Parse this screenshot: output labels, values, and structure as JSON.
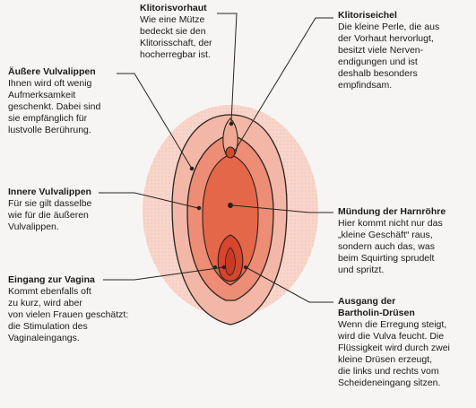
{
  "labels": {
    "klitorisvorhaut": {
      "title": "Klitorisvorhaut",
      "desc": "Wie eine Mütze\nbedeckt sie den\nKlitorisschaft, der\nhocherregbar ist."
    },
    "klitoriseichel": {
      "title": "Klitoriseichel",
      "desc": "Die kleine Perle, die aus\nder Vorhaut hervorlugt,\nbesitzt viele Nerven-\nendigungen und ist\ndeshalb besonders\nempfindsam."
    },
    "aeussere_vulvalippen": {
      "title": "Äußere Vulvalippen",
      "desc": "Ihnen wird oft wenig\nAufmerksamkeit\ngeschenkt. Dabei sind\nsie empfänglich für\nlustvolle Berührung."
    },
    "innere_vulvalippen": {
      "title": "Innere Vulvalippen",
      "desc": "Für sie gilt dasselbe\nwie für die äußeren\nVulvalippen."
    },
    "eingang_vagina": {
      "title": "Eingang zur Vagina",
      "desc": "Kommt ebenfalls oft\nzu kurz, wird aber\nvon vielen Frauen geschätzt:\ndie Stimulation des\nVaginaleingangs."
    },
    "muendung_harnroehre": {
      "title": "Mündung der Harnröhre",
      "desc": "Hier kommt nicht nur das\n„kleine Geschäft“ raus,\nsondern auch das, was\nbeim Squirting sprudelt\nund spritzt."
    },
    "bartholin_druesen": {
      "title": "Ausgang der\nBartholin-Drüsen",
      "desc": "Wenn die Erregung steigt,\nwird die Vulva feucht. Die\nFlüssigkeit wird durch zwei\nkleine Drüsen erzeugt,\ndie links und rechts vom\nScheideneingang sitzen."
    }
  },
  "colors": {
    "outer_glow": "#f7c9bd",
    "outer_lips": "#f3b4a4",
    "inner_lips": "#ec8a72",
    "inner_core": "#e4603f",
    "vestibule": "#d9472a",
    "outline": "#2a2220",
    "leader_line": "#2a2220"
  }
}
